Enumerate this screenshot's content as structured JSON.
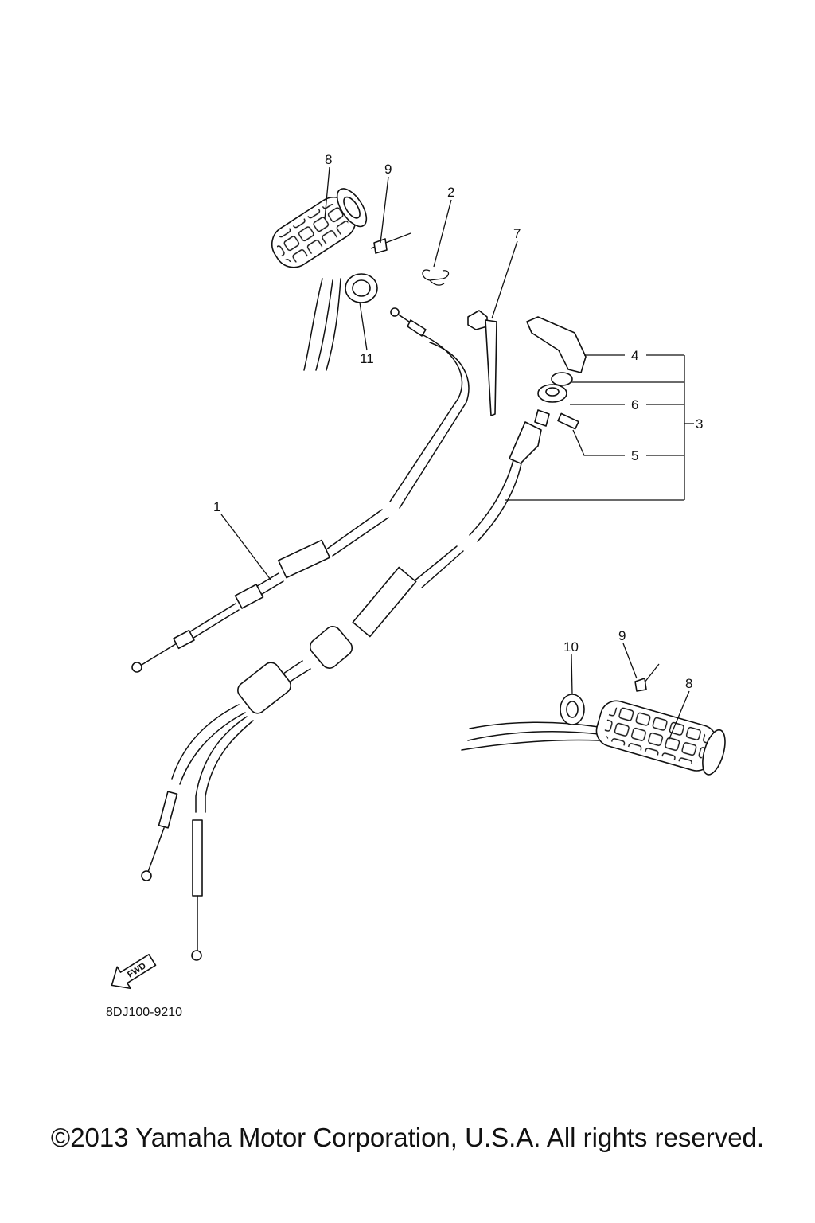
{
  "callouts": [
    {
      "id": "c8a",
      "text": "8"
    },
    {
      "id": "c9a",
      "text": "9"
    },
    {
      "id": "c2",
      "text": "2"
    },
    {
      "id": "c7",
      "text": "7"
    },
    {
      "id": "c11",
      "text": "11"
    },
    {
      "id": "c4",
      "text": "4"
    },
    {
      "id": "c6",
      "text": "6"
    },
    {
      "id": "c3",
      "text": "3"
    },
    {
      "id": "c5",
      "text": "5"
    },
    {
      "id": "c1",
      "text": "1"
    },
    {
      "id": "c10",
      "text": "10"
    },
    {
      "id": "c9b",
      "text": "9"
    },
    {
      "id": "c8b",
      "text": "8"
    }
  ],
  "fwd_label": "FWD",
  "diagram_code": "8DJ100-9210",
  "copyright": "©2013 Yamaha Motor Corporation, U.S.A. All rights reserved."
}
